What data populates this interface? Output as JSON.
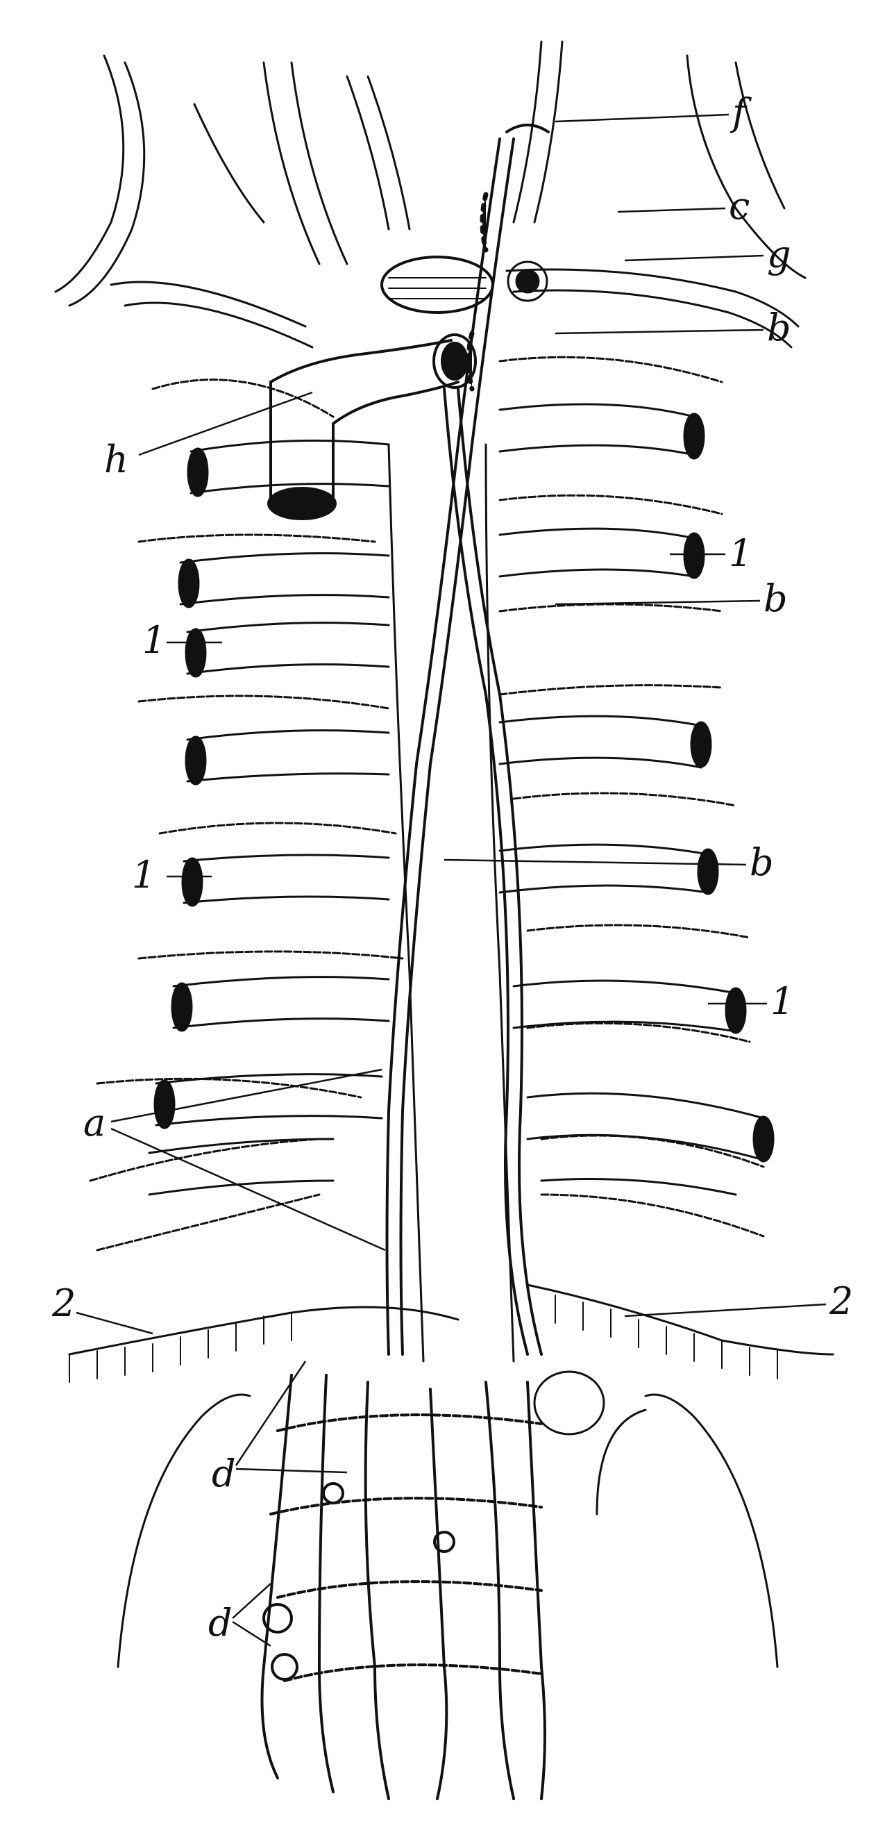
{
  "figure": {
    "colors": {
      "ink": "#111111",
      "paper": "#ffffff"
    },
    "labels": {
      "f": "f",
      "c": "c",
      "g": "g",
      "b_top": "b",
      "h": "h",
      "one_right_upper": "1",
      "b_mid": "b",
      "one_left_upper": "1",
      "one_left_lower": "1",
      "b_low": "b",
      "one_right_lower": "1",
      "a": "a",
      "two_left": "2",
      "two_right": "2",
      "d_upper": "d",
      "d_lower": "d"
    }
  }
}
